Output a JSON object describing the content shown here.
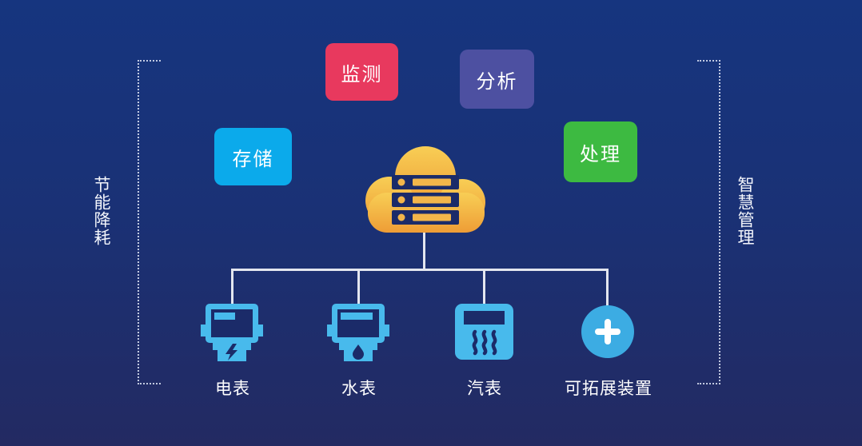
{
  "side_labels": {
    "left": "节能降耗",
    "right": "智慧管理"
  },
  "function_boxes": [
    {
      "label": "监测",
      "color": "#E8395E"
    },
    {
      "label": "分析",
      "color": "#4D50A1"
    },
    {
      "label": "存储",
      "color": "#0BAAEB"
    },
    {
      "label": "处理",
      "color": "#3DBA41"
    }
  ],
  "hub": {
    "icon": "cloud-server-icon"
  },
  "devices": [
    {
      "label": "电表",
      "icon": "electric-meter-icon"
    },
    {
      "label": "水表",
      "icon": "water-meter-icon"
    },
    {
      "label": "汽表",
      "icon": "steam-meter-icon"
    },
    {
      "label": "可拓展装置",
      "icon": "plus-circle-icon"
    }
  ],
  "colors": {
    "background_top": "#16357F",
    "background_bottom": "#232A62",
    "device_blue": "#48BAEC",
    "plus_circle_blue": "#3CACE3",
    "connector": "#E3E6EF",
    "cloud_top": "#F8CE55",
    "cloud_bottom": "#EE9D36",
    "icon_detail_navy": "#1B2B69",
    "text": "#FFFFFF"
  }
}
